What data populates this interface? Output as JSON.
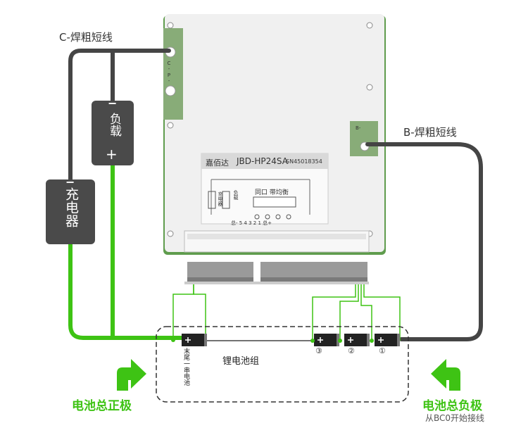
{
  "labels": {
    "c_wire": "C-焊粗短线",
    "b_wire": "B-焊粗短线",
    "load": "负载",
    "charger": "充电器",
    "minus": "−",
    "plus": "+",
    "pack": "锂电池组",
    "last_cell": "末尾一串电池",
    "pos_total": "电池总正极",
    "neg_total": "电池总负极",
    "neg_note": "从BC0开始接线",
    "cell1": "①",
    "cell2": "②",
    "cell3": "③"
  },
  "board": {
    "brand": "嘉佰达",
    "model": "JBD-HP24SA",
    "sn": "SN45018354",
    "port_text": "同口  带均衡",
    "pad_c": "C-",
    "pad_p": "P-",
    "pad_b": "B-",
    "load_tag": "负载",
    "charger_tag": "充电器",
    "pin_labels": "总- 5 4 3 2 1 总+"
  },
  "colors": {
    "green": "#3ec314",
    "dark_wire": "#454545",
    "box": "#4a4a4a",
    "board": "#f1f1f1",
    "pcb_green": "#7ba36a"
  }
}
